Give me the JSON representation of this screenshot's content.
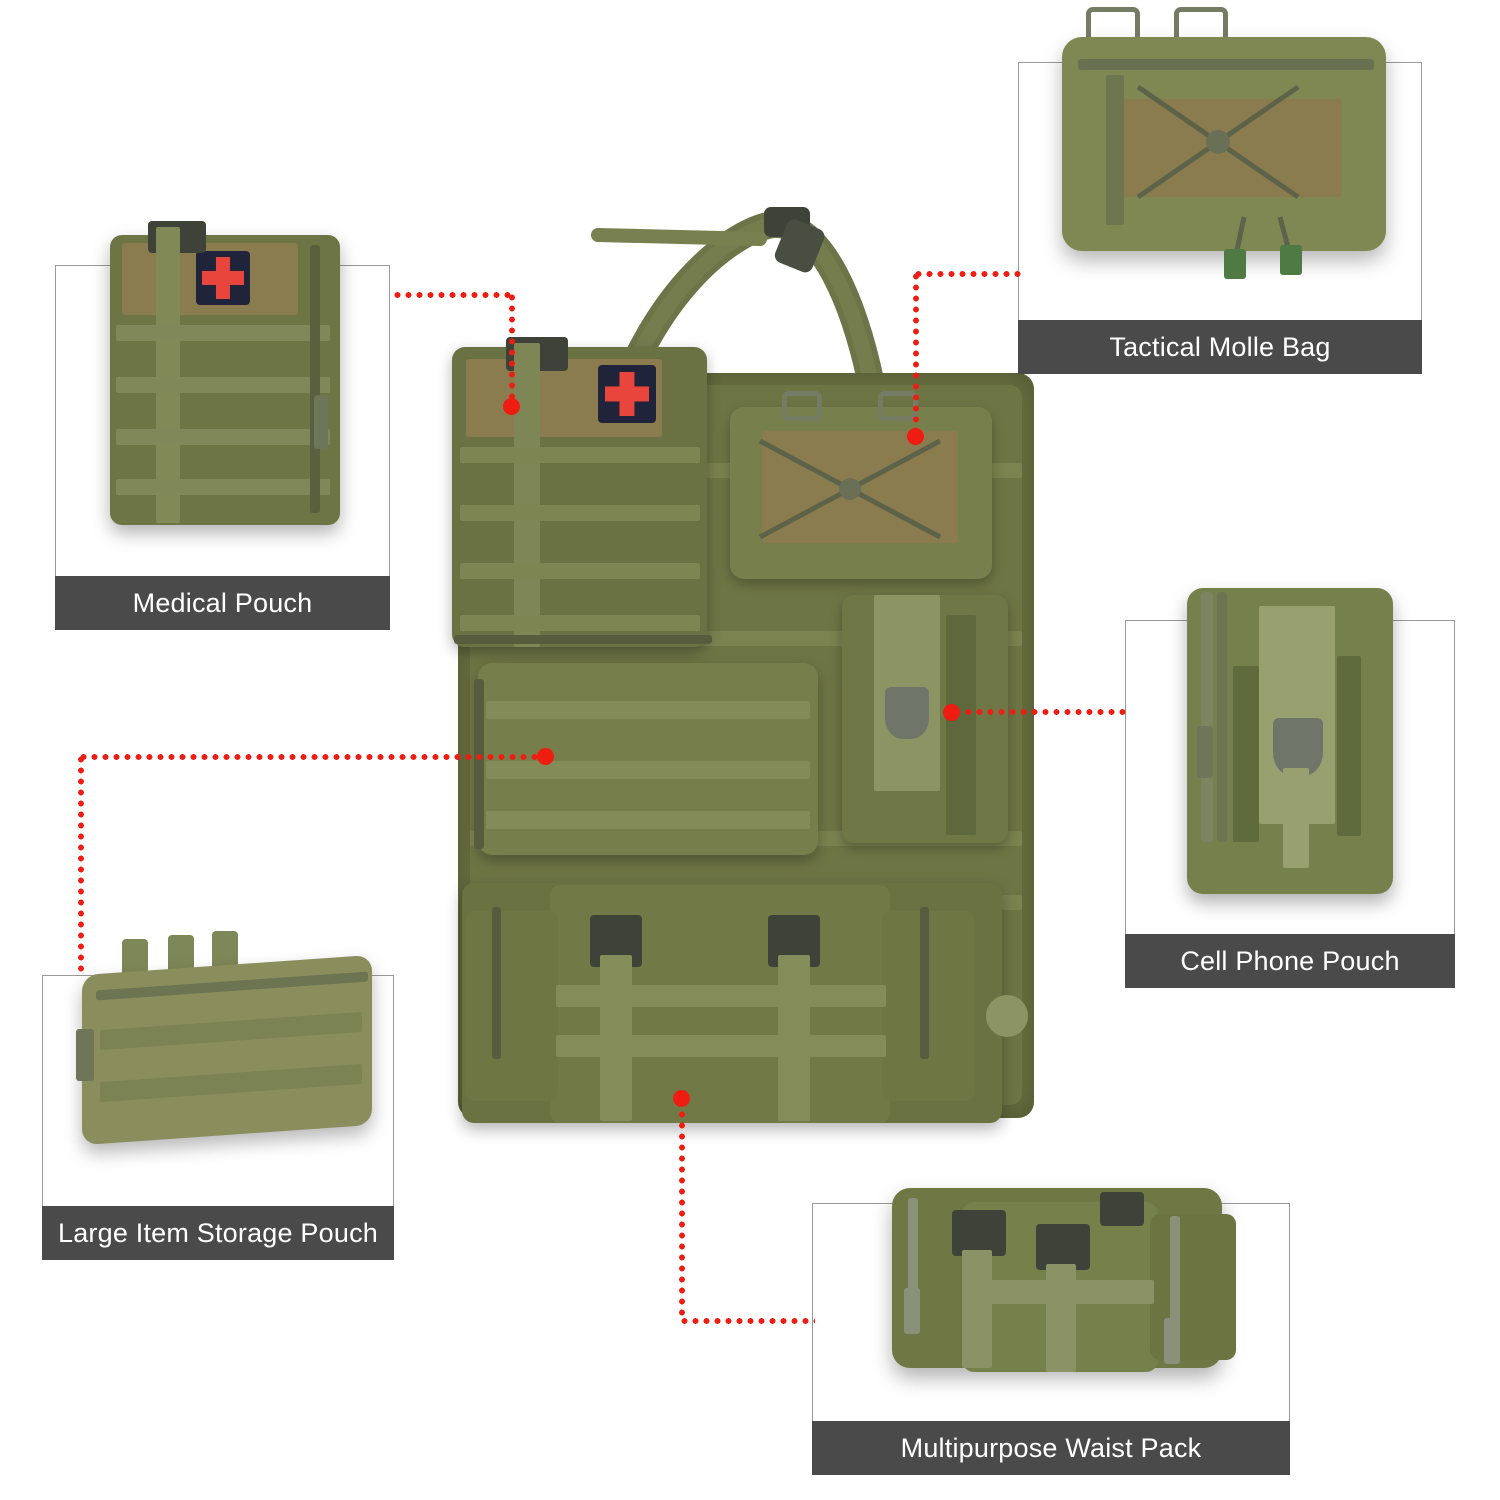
{
  "page": {
    "background": "#ffffff",
    "accent_red": "#ee1c11",
    "label_bar_color": "#4a4a4a",
    "label_text_color": "#ffffff",
    "frame_border_color": "#9a9a9a",
    "olive_primary": "#6b7347",
    "olive_light": "#8d9464",
    "olive_dark": "#4e5533",
    "khaki": "#8a7c4e",
    "buckle_color": "#3f4238"
  },
  "callouts": [
    {
      "id": "medical-pouch",
      "label": "Medical Pouch"
    },
    {
      "id": "tactical-molle-bag",
      "label": "Tactical Molle Bag"
    },
    {
      "id": "cell-phone-pouch",
      "label": "Cell Phone Pouch"
    },
    {
      "id": "large-item-storage-pouch",
      "label": "Large Item Storage Pouch"
    },
    {
      "id": "multipurpose-waist-pack",
      "label": "Multipurpose Waist Pack"
    }
  ],
  "main_product": {
    "name": "tactical-molle-panel-set",
    "description": "Opened olive green tactical MOLLE panel with attached pouches and carry handle"
  }
}
